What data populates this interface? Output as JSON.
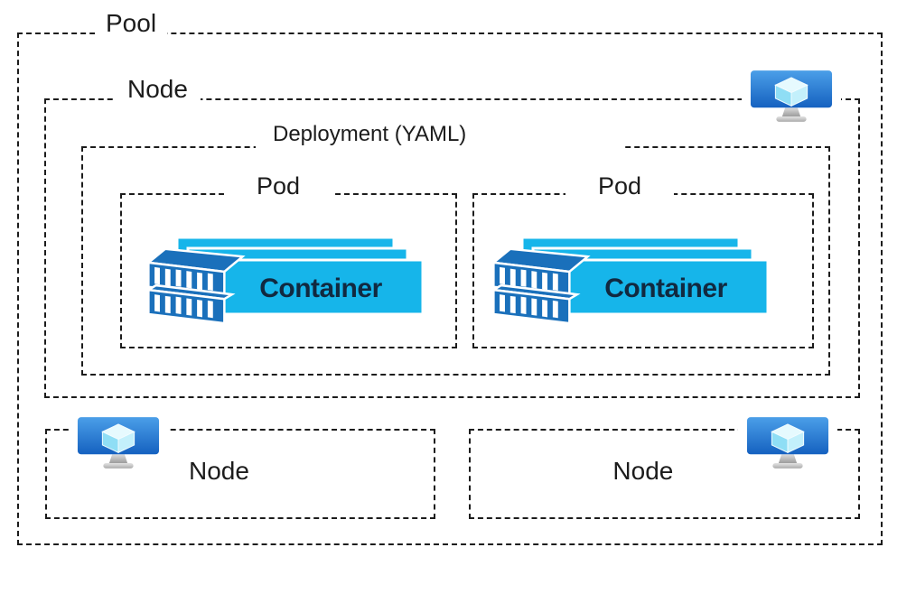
{
  "diagram": {
    "pool": {
      "label": "Pool"
    },
    "top_node": {
      "label": "Node"
    },
    "deployment": {
      "label": "Deployment (YAML)"
    },
    "pods": [
      {
        "label": "Pod",
        "container": {
          "label": "Container"
        }
      },
      {
        "label": "Pod",
        "container": {
          "label": "Container"
        }
      }
    ],
    "bottom_nodes": [
      {
        "label": "Node"
      },
      {
        "label": "Node"
      }
    ]
  },
  "icons": {
    "vm_monitor": "vm-monitor-icon",
    "container_stack": "container-stack-icon"
  },
  "colors": {
    "background": "#ffffff",
    "dashed_border": "#1c1c1c",
    "label_text": "#1c1c1c",
    "container_cyan": "#16b5ea",
    "container_text_navy": "#112940",
    "shipping_container_blue": "#1a70bb",
    "monitor_blue_top": "#4b9fe8",
    "monitor_blue_bottom": "#1561c0",
    "monitor_cube_light": "#e6fafe",
    "stand_gray": "#b5b5b5"
  }
}
